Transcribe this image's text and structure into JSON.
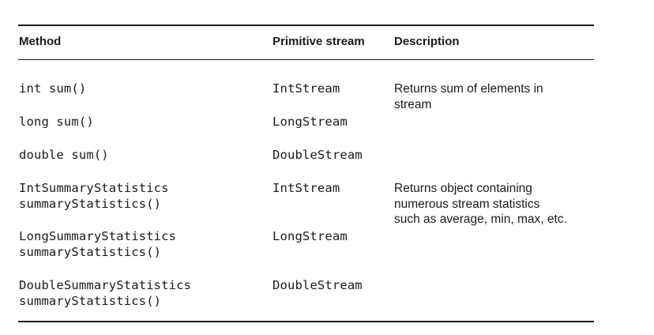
{
  "table": {
    "headers": {
      "method": "Method",
      "stream": "Primitive stream",
      "description": "Description"
    },
    "rows": [
      {
        "method": "int sum()",
        "stream": "IntStream",
        "description": "Returns sum of elements in\nstream"
      },
      {
        "method": "long sum()",
        "stream": "LongStream",
        "description": ""
      },
      {
        "method": "double sum()",
        "stream": "DoubleStream",
        "description": ""
      },
      {
        "method": "IntSummaryStatistics\nsummaryStatistics()",
        "stream": "IntStream",
        "description": "Returns object containing\nnumerous stream statistics\nsuch as average, min, max, etc."
      },
      {
        "method": "LongSummaryStatistics\nsummaryStatistics()",
        "stream": "LongStream",
        "description": ""
      },
      {
        "method": "DoubleSummaryStatistics\nsummaryStatistics()",
        "stream": "DoubleStream",
        "description": ""
      }
    ]
  }
}
